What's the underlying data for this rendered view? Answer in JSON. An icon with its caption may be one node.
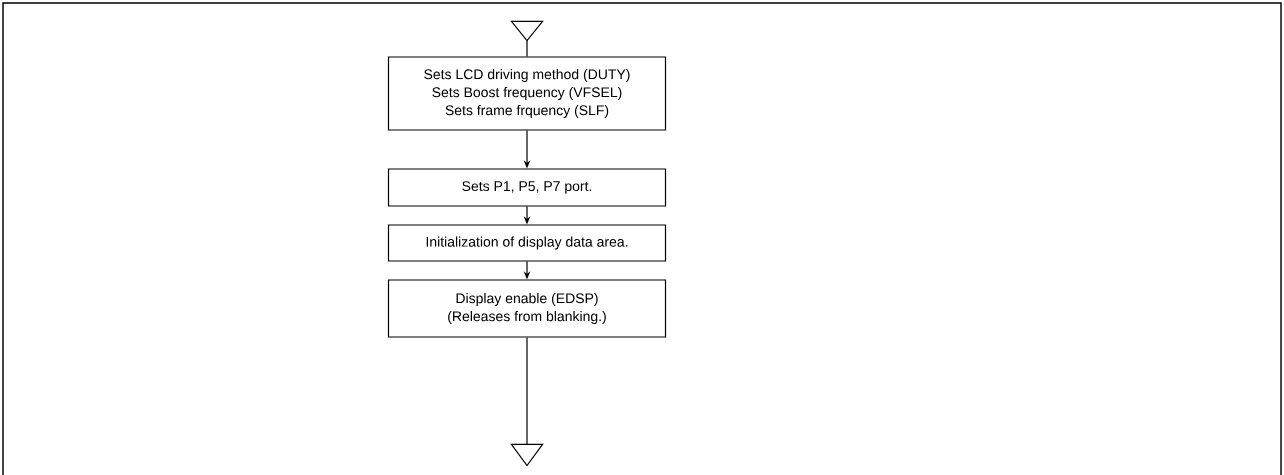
{
  "diagram": {
    "nodes": [
      {
        "text": [],
        "shape": "triangle"
      },
      {
        "text": [
          "Sets LCD driving method (DUTY)",
          "Sets Boost frequency (VFSEL)",
          "Sets frame frquency (SLF)"
        ]
      },
      {
        "text": [
          "Sets P1, P5, P7 port."
        ]
      },
      {
        "text": [
          "Initialization of display data area."
        ]
      },
      {
        "text": [
          "Display enable (EDSP)",
          "(Releases from blanking.)"
        ]
      },
      {
        "text": [],
        "shape": "triangle"
      }
    ],
    "edges": [
      {
        "from": 0,
        "to": 1,
        "arrow": "none"
      },
      {
        "from": 1,
        "to": 2,
        "arrow": "to"
      },
      {
        "from": 2,
        "to": 3,
        "arrow": "to"
      },
      {
        "from": 3,
        "to": 4,
        "arrow": "to"
      },
      {
        "from": 4,
        "to": 5,
        "arrow": "none"
      }
    ]
  }
}
